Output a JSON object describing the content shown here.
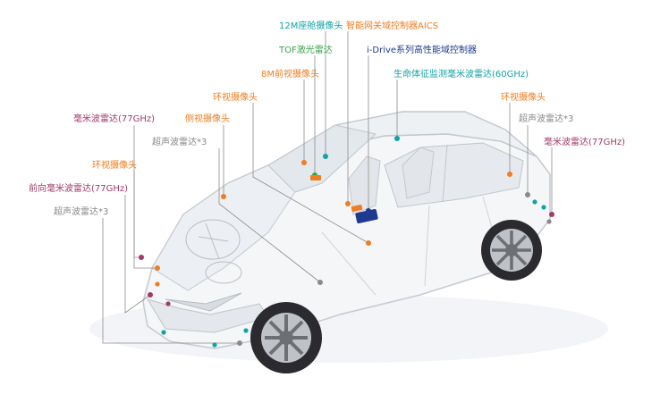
{
  "colors": {
    "teal": "#13a3a3",
    "orange": "#ef7d22",
    "green": "#3aa54a",
    "navy": "#1f3b8f",
    "magenta": "#a23a6a",
    "grey": "#8a8a8a",
    "brown": "#9a7a5a",
    "connector": "#8c8c8c"
  },
  "labels": {
    "camera_12m_cabin": "12M座舱摄像头",
    "gateway_aics": "智能网关域控制器AICS",
    "tof_lidar": "TOF激光雷达",
    "idrive_controller": "i-Drive系列高性能域控制器",
    "camera_8m_front": "8M前视摄像头",
    "vital_radar_60ghz": "生命体征监测毫米波雷达(60GHz)",
    "surround_camera_top": "环视摄像头",
    "surround_camera_right": "环视摄像头",
    "mmwave_radar_77_left": "毫米波雷达(77GHz)",
    "side_camera": "侧视摄像头",
    "ultrasonic_right": "超声波雷达*3",
    "ultrasonic_left_upper": "超声波雷达*3",
    "mmwave_radar_77_right": "毫米波雷达(77GHz)",
    "surround_camera_left": "环视摄像头",
    "front_mmwave_radar_77": "前向毫米波雷达(77GHz)",
    "ultrasonic_left_lower": "超声波雷达*3"
  }
}
